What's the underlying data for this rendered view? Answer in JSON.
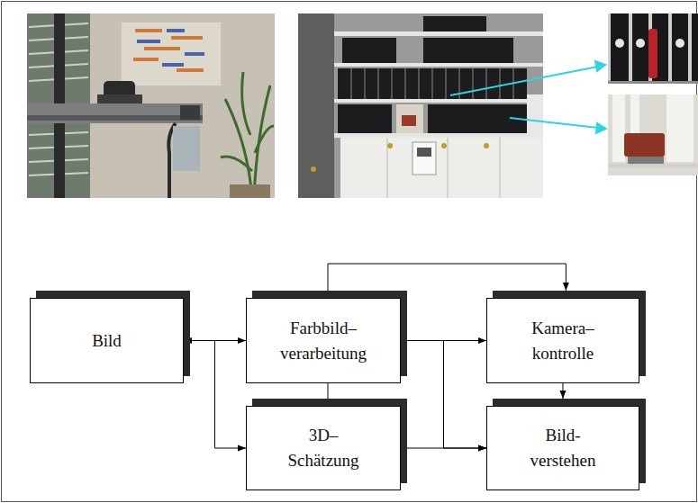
{
  "diagram": {
    "nodes": [
      {
        "text": [
          "Bild"
        ]
      },
      {
        "text": [
          "Farbbild– verarbeitung"
        ]
      },
      {
        "text": [
          "3D– Schätzung"
        ]
      },
      {
        "text": [
          "Kamera– kontrolle"
        ]
      },
      {
        "text": [
          "Bild- verstehen"
        ]
      }
    ],
    "edges": [
      {
        "from": 0,
        "to": 1,
        "arrow": "to"
      },
      {
        "from": 0,
        "to": 2,
        "arrow": "to"
      },
      {
        "from": 1,
        "to": 3,
        "arrow": "to"
      },
      {
        "from": 1,
        "to": 4,
        "arrow": "to"
      },
      {
        "from": 2,
        "to": 3,
        "arrow": "to"
      },
      {
        "from": 2,
        "to": 4,
        "arrow": "to"
      },
      {
        "from": 3,
        "to": 4,
        "arrow": "to"
      },
      {
        "from": 3,
        "to": 0,
        "arrow": "to"
      }
    ]
  }
}
